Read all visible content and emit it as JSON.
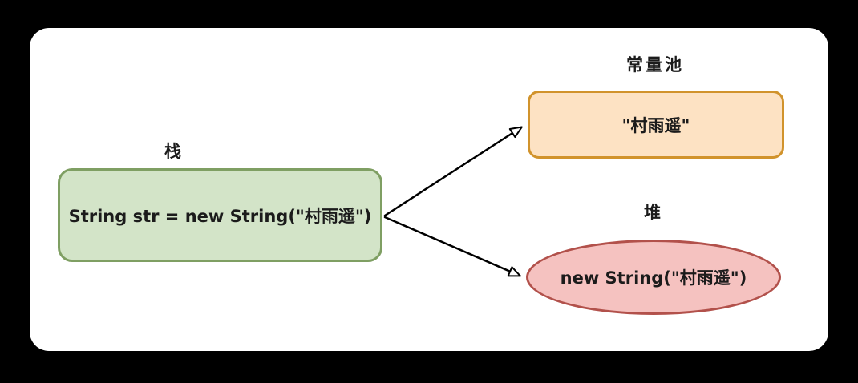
{
  "canvas": {
    "background_color": "#000000",
    "card_color": "#ffffff"
  },
  "nodes": {
    "stack": {
      "label": "栈",
      "text": "String str = new String(\"村雨遥\")",
      "fill": "#d3e4c8",
      "border": "#7f9f63",
      "shape": "rounded-rectangle"
    },
    "constant_pool": {
      "label": "常量池",
      "text": "\"村雨遥\"",
      "fill": "#fde2c3",
      "border": "#d1932c",
      "shape": "rounded-rectangle"
    },
    "heap": {
      "label": "堆",
      "text": "new String(\"村雨遥\")",
      "fill": "#f5c2c0",
      "border": "#b2514b",
      "shape": "ellipse"
    }
  },
  "arrows": {
    "color": "#000000",
    "stack_to_constant_pool": "stack → constant_pool",
    "stack_to_heap": "stack → heap"
  },
  "text_color": "#1b1b1b"
}
